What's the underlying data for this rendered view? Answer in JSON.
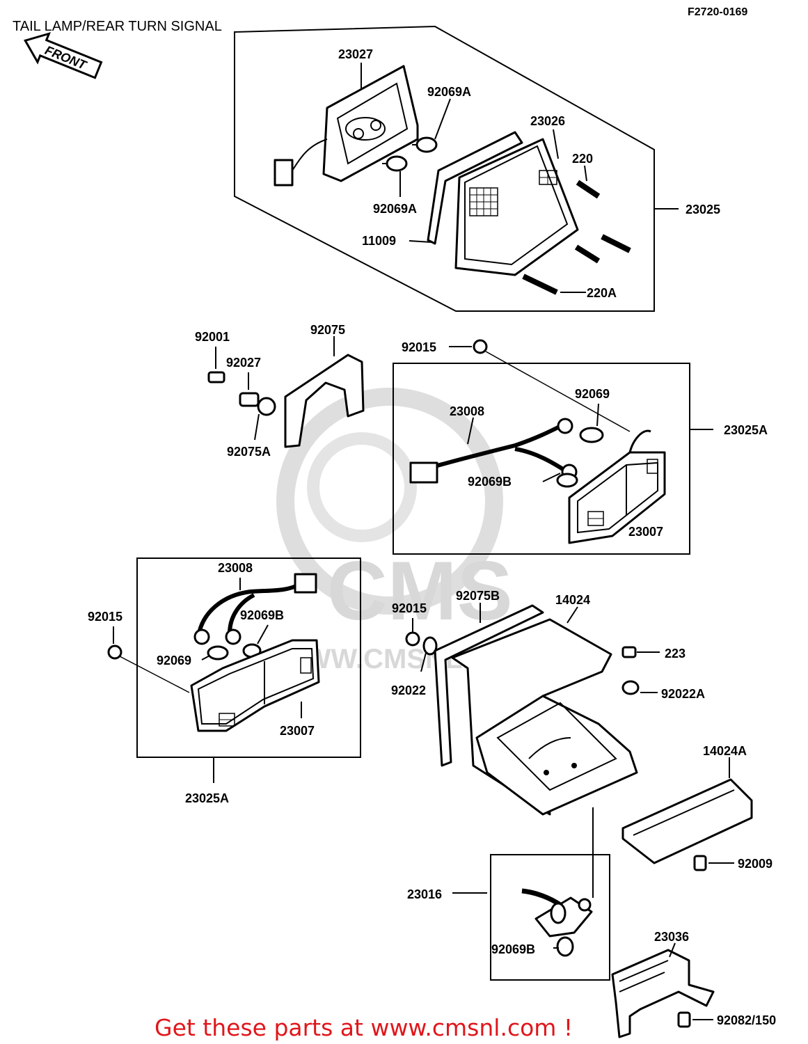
{
  "diagram": {
    "title": "TAIL LAMP/REAR TURN SIGNAL",
    "code": "F2720-0169",
    "front_arrow": "FRONT",
    "watermark": {
      "logo": "CMS",
      "url": "WWW.CMSNL.COM"
    },
    "footer": "Get these parts at www.cmsnl.com !",
    "labels": {
      "p23027": "23027",
      "p92069A_top": "92069A",
      "p23026": "23026",
      "p220": "220",
      "p23025": "23025",
      "p92069A_low": "92069A",
      "p11009": "11009",
      "p220A": "220A",
      "p92001": "92001",
      "p92075": "92075",
      "p92027": "92027",
      "p92075A": "92075A",
      "p92015_r": "92015",
      "p92069_r": "92069",
      "p23008_r": "23008",
      "p23025A_r": "23025A",
      "p92069B_r": "92069B",
      "p23007_r": "23007",
      "p23008_l": "23008",
      "p92015_l": "92015",
      "p92069B_l": "92069B",
      "p92069_l": "92069",
      "p23007_l": "23007",
      "p23025A_l": "23025A",
      "p92015_c": "92015",
      "p92075B": "92075B",
      "p14024": "14024",
      "p223": "223",
      "p92022": "92022",
      "p92022A": "92022A",
      "p14024A": "14024A",
      "p92009": "92009",
      "p23016": "23016",
      "p92069B_b": "92069B",
      "p23036": "23036",
      "p92082": "92082/150"
    }
  }
}
